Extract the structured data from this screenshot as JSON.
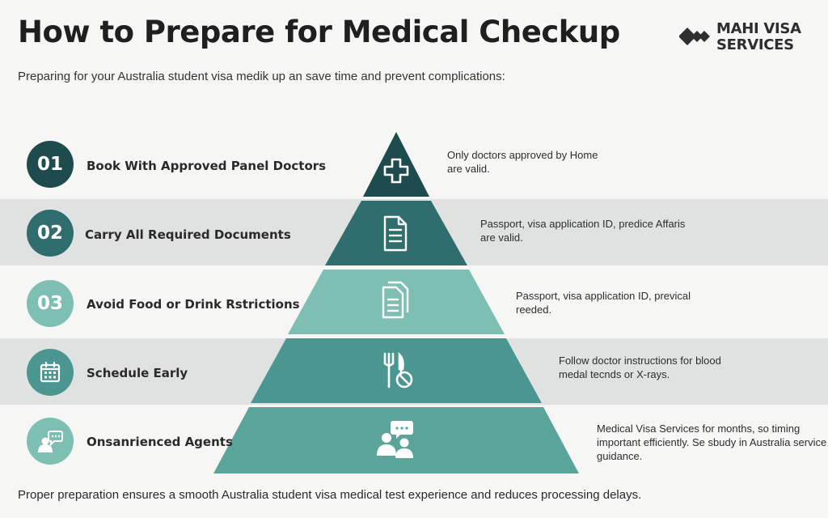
{
  "title": "How to Prepare for Medical Checkup",
  "subtitle": "Preparing for your Australia student visa medik up an save time and prevent complications:",
  "brand": {
    "line1": "MAHI VISA",
    "line2": "SERVICES"
  },
  "colors": {
    "tier1": "#1e4b4d",
    "tier2": "#2f6d6e",
    "tier3": "#7dbfb2",
    "tier4": "#4b9690",
    "tier5": "#5aa49a",
    "band": "#dfe2e1",
    "background": "#f6f6f5"
  },
  "steps": [
    {
      "badge": "01",
      "label": "Book With Approved Panel Doctors",
      "icon": "medical-cross-icon",
      "desc_lines": [
        "Only doctors approved by Home",
        "are valid."
      ]
    },
    {
      "badge": "02",
      "label": "Carry All Required Documents",
      "icon": "document-icon",
      "desc_lines": [
        "Passport, visa application ID, predice Affaris",
        "are valid."
      ]
    },
    {
      "badge": "03",
      "label": "Avoid Food or Drink Rstrictions",
      "icon": "documents-icon",
      "desc_lines": [
        "Passport, visa application ID, prevical",
        "reeded."
      ]
    },
    {
      "badge": "",
      "label": "Schedule Early",
      "icon": "fork-knife-no-icon",
      "badge_icon": "calendar-icon",
      "desc_lines": [
        "Follow doctor instructions for blood",
        "medal tecnds or X-rays."
      ]
    },
    {
      "badge": "",
      "label": "Onsanrienced Agents",
      "icon": "people-chat-icon",
      "badge_icon": "person-chat-icon",
      "desc_lines": [
        "Medical Visa Services for months, so timing",
        "important efficiently. Se sbudy in Australia service for",
        "guidance."
      ]
    }
  ],
  "footer": "Proper preparation ensures a smooth Australia student visa medical test experience and reduces processing delays."
}
